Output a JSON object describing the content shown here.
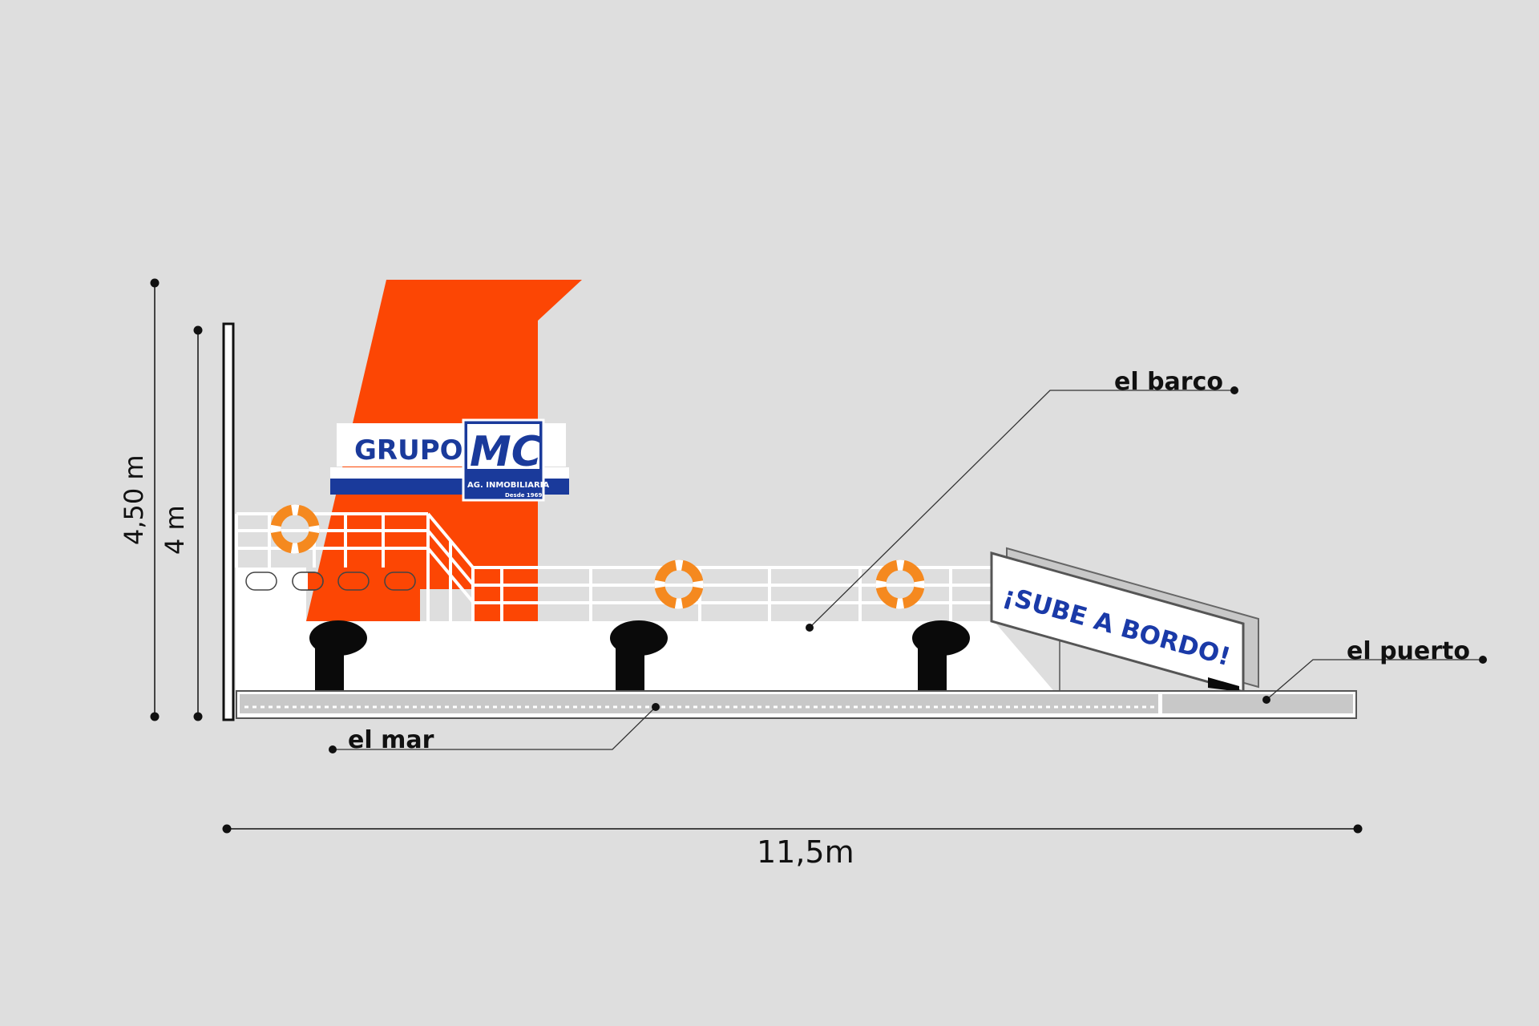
{
  "colors": {
    "background": "#dedede",
    "funnel": "#fc4604",
    "hull": "#ffffff",
    "logo_blue": "#1a3a9b",
    "buoy_orange": "#f5891f",
    "bollard": "#0a0a0a",
    "sea": "#c8c8c8",
    "sign_text": "#1a3aa8"
  },
  "labels": {
    "barco": "el barco",
    "puerto": "el puerto",
    "mar": "el mar"
  },
  "dimensions": {
    "total_height": "4,50 m",
    "inner_height": "4 m",
    "width": "11,5m"
  },
  "logo": {
    "word": "GRUPO",
    "mark": "MC",
    "subtitle": "AG. INMOBILIARIA",
    "since": "Desde 1969"
  },
  "sign": {
    "text": "¡SUBE A BORDO!"
  }
}
